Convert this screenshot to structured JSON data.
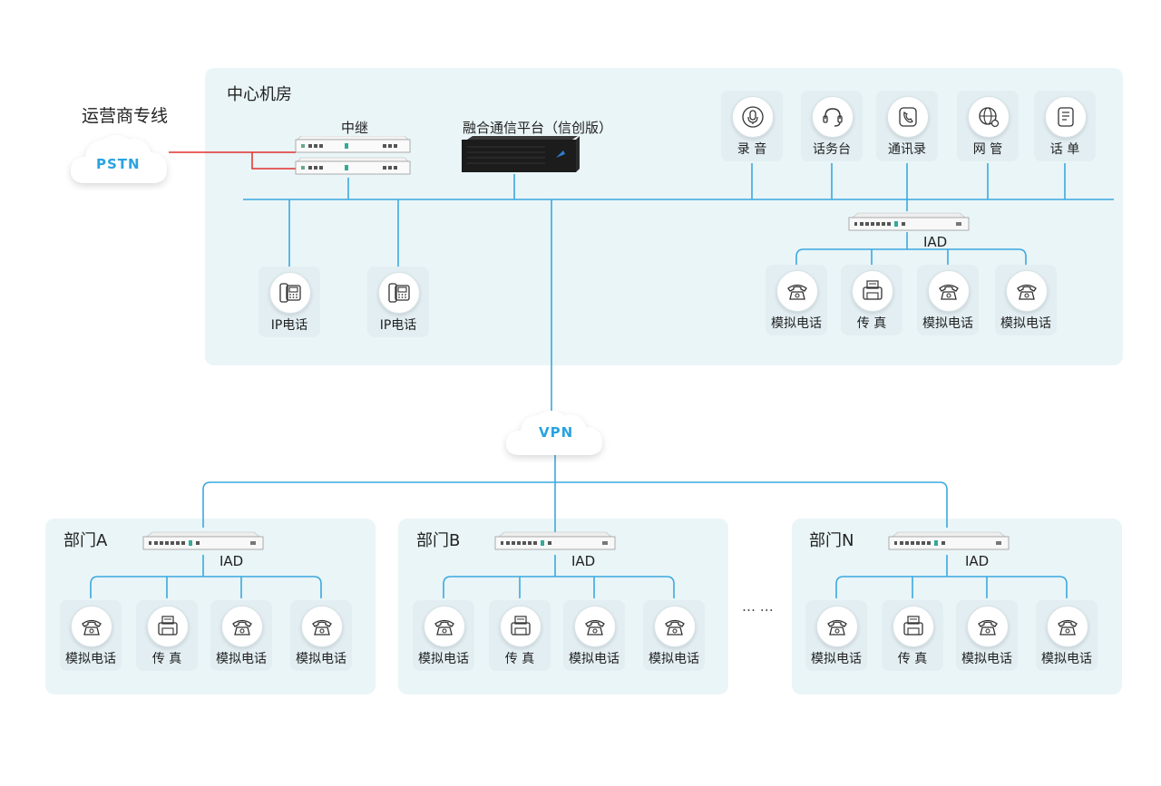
{
  "diagram": {
    "pstn_title": "运营商专线",
    "pstn_cloud": "PSTN",
    "vpn_cloud": "VPN",
    "central": {
      "title": "中心机房",
      "trunk_label": "中继",
      "platform_label": "融合通信平台（信创版）",
      "services": [
        {
          "label": "录 音",
          "icon": "microphone-icon"
        },
        {
          "label": "话务台",
          "icon": "headset-icon"
        },
        {
          "label": "通讯录",
          "icon": "phonebook-icon"
        },
        {
          "label": "网 管",
          "icon": "network-icon"
        },
        {
          "label": "话 单",
          "icon": "bill-icon"
        }
      ],
      "ip_phones": [
        "IP电话",
        "IP电话"
      ],
      "iad_label": "IAD",
      "terminals": [
        "模拟电话",
        "传 真",
        "模拟电话",
        "模拟电话"
      ]
    },
    "branches": [
      {
        "title": "部门A",
        "iad_label": "IAD",
        "terminals": [
          "模拟电话",
          "传 真",
          "模拟电话",
          "模拟电话"
        ]
      },
      {
        "title": "部门B",
        "iad_label": "IAD",
        "terminals": [
          "模拟电话",
          "传 真",
          "模拟电话",
          "模拟电话"
        ]
      },
      {
        "title": "部门N",
        "iad_label": "IAD",
        "terminals": [
          "模拟电话",
          "传 真",
          "模拟电话",
          "模拟电话"
        ]
      }
    ],
    "ellipsis": "… …",
    "colors": {
      "link": "#3aa8e0",
      "trunk_link": "#e0322d",
      "panel": "#eaf5f7",
      "cloud_text": "#2aa3e0"
    }
  }
}
